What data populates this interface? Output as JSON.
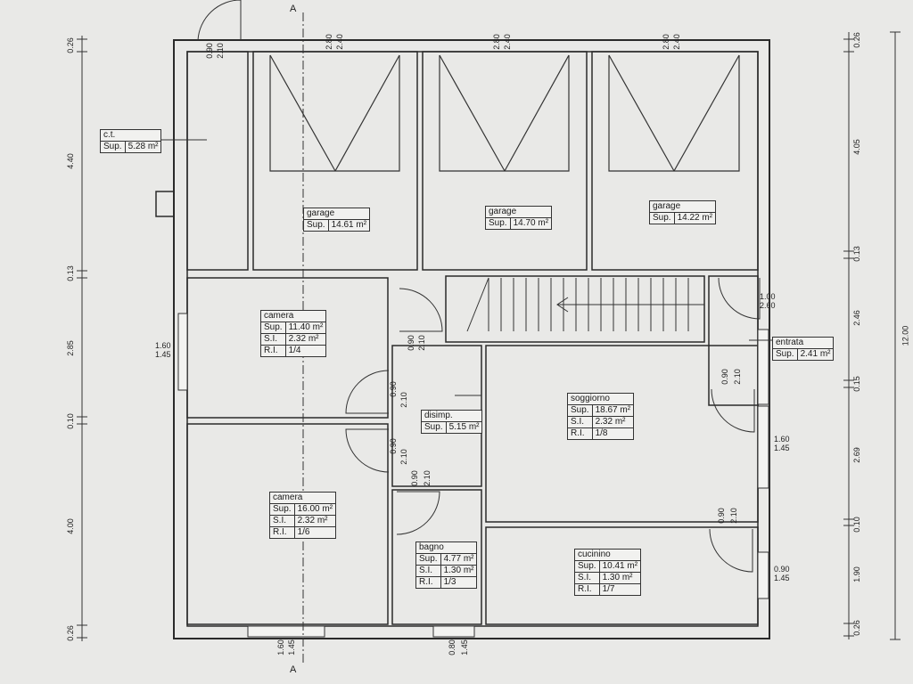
{
  "section_marker": "A",
  "rooms": {
    "ct": {
      "name": "c.t.",
      "sup_label": "Sup.",
      "sup": "5.28 m²"
    },
    "garage1": {
      "name": "garage",
      "sup_label": "Sup.",
      "sup": "14.61 m²"
    },
    "garage2": {
      "name": "garage",
      "sup_label": "Sup.",
      "sup": "14.70 m²"
    },
    "garage3": {
      "name": "garage",
      "sup_label": "Sup.",
      "sup": "14.22 m²"
    },
    "camera1": {
      "name": "camera",
      "sup_label": "Sup.",
      "sup": "11.40 m²",
      "si_label": "S.I.",
      "si": "2.32 m²",
      "ri_label": "R.I.",
      "ri": "1/4"
    },
    "disimp": {
      "name": "disimp.",
      "sup_label": "Sup.",
      "sup": "5.15 m²"
    },
    "soggiorno": {
      "name": "soggiorno",
      "sup_label": "Sup.",
      "sup": "18.67 m²",
      "si_label": "S.I.",
      "si": "2.32 m²",
      "ri_label": "R.I.",
      "ri": "1/8"
    },
    "entrata": {
      "name": "entrata",
      "sup_label": "Sup.",
      "sup": "2.41 m²"
    },
    "camera2": {
      "name": "camera",
      "sup_label": "Sup.",
      "sup": "16.00 m²",
      "si_label": "S.I.",
      "si": "2.32 m²",
      "ri_label": "R.I.",
      "ri": "1/6"
    },
    "bagno": {
      "name": "bagno",
      "sup_label": "Sup.",
      "sup": "4.77 m²",
      "si_label": "S.I.",
      "si": "1.30 m²",
      "ri_label": "R.I.",
      "ri": "1/3"
    },
    "cucinino": {
      "name": "cucinino",
      "sup_label": "Sup.",
      "sup": "10.41 m²",
      "si_label": "S.I.",
      "si": "1.30 m²",
      "ri_label": "R.I.",
      "ri": "1/7"
    }
  },
  "left_dims": [
    "0.26",
    "4.40",
    "0.13",
    "2.85",
    "0.10",
    "4.00",
    "0.26"
  ],
  "right_dims": [
    "0.26",
    "4.05",
    "0.13",
    "2.46",
    "0.15",
    "2.69",
    "0.10",
    "1.90",
    "0.26"
  ],
  "total_dim": "12.00",
  "openings": {
    "ct_door": [
      "0.90",
      "2.10"
    ],
    "garage_door_1": [
      "2.80",
      "2.40"
    ],
    "garage_door_2": [
      "2.80",
      "2.40"
    ],
    "garage_door_3": [
      "2.80",
      "2.40"
    ],
    "entrance_door": [
      "1.00",
      "2.60"
    ],
    "camera1_window": [
      "1.60",
      "1.45"
    ],
    "camera1_door": [
      "0.90",
      "2.10"
    ],
    "corridor_door_top": [
      "0.90",
      "2.10"
    ],
    "camera2_door": [
      "0.90",
      "2.10"
    ],
    "bagno_door": [
      "0.90",
      "2.10"
    ],
    "soggiorno_door": [
      "0.90",
      "2.10"
    ],
    "soggiorno_window": [
      "1.60",
      "1.45"
    ],
    "cucinino_door": [
      "0.90",
      "2.10"
    ],
    "cucinino_window": [
      "0.90",
      "1.45"
    ],
    "camera2_window": [
      "1.60",
      "1.45"
    ],
    "bagno_window": [
      "0.80",
      "1.45"
    ]
  }
}
